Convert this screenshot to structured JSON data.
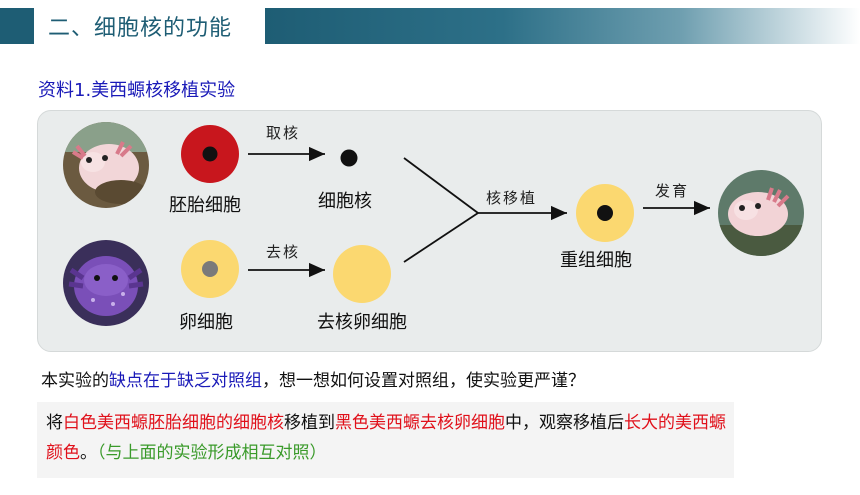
{
  "header": {
    "title": "二、细胞核的功能"
  },
  "section": {
    "subtitle": "资料1.美西螈核移植实验"
  },
  "diagram": {
    "embryo_cell_label": "胚胎细胞",
    "nucleus_label": "细胞核",
    "egg_cell_label": "卵细胞",
    "enucleated_egg_label": "去核卵细胞",
    "recombined_cell_label": "重组细胞",
    "arrow_take_nucleus": "取核",
    "arrow_remove_nucleus": "去核",
    "arrow_nuclear_transfer": "核移植",
    "arrow_develop": "发育",
    "colors": {
      "embryo_red": "#c8161d",
      "nucleus_black": "#111111",
      "egg_yellow": "#fbd870",
      "egg_nucleus_gray": "#7a7a7a"
    }
  },
  "question": {
    "part1": "本实验的",
    "part2_blue": "缺点在于缺乏对照组",
    "part3": "，想一想如何设置对照组，使实验更严谨？"
  },
  "answer": {
    "p1": "将",
    "p2_red": "白色美西螈胚胎细胞的细胞核",
    "p3": "移植到",
    "p4_red": "黑色美西螈去核卵细胞",
    "p5": "中，观察移植后",
    "p6_red": "长大的美西螈颜色",
    "p7": "。",
    "p8_green": "（与上面的实验形成相互对照）"
  }
}
